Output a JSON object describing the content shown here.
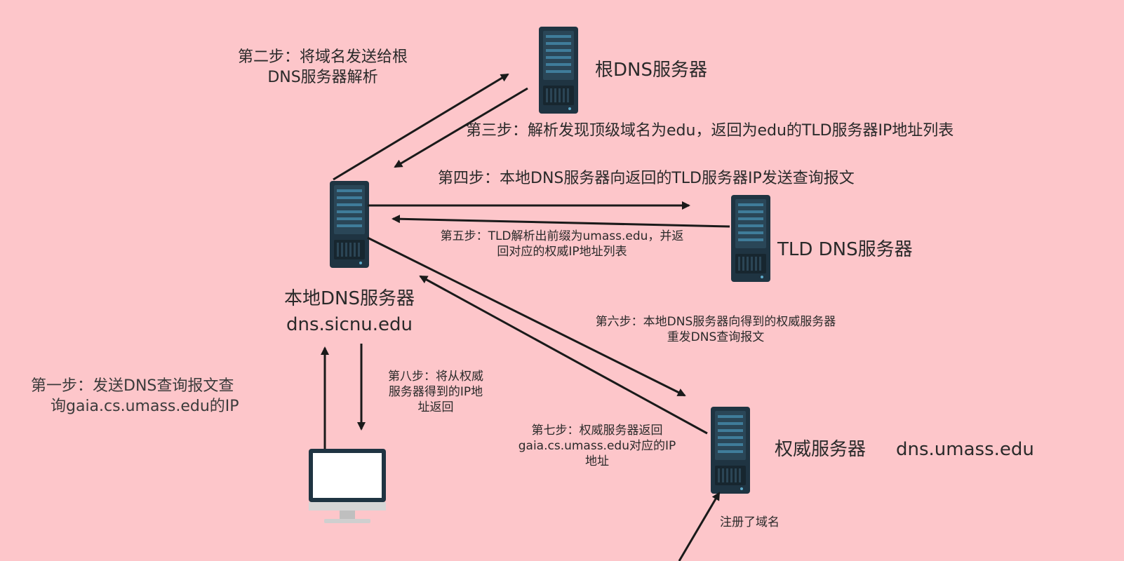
{
  "nodes": {
    "root": {
      "label": "根DNS服务器"
    },
    "tld": {
      "label": "TLD DNS服务器"
    },
    "local": {
      "label": "本地DNS服务器",
      "domain": "dns.sicnu.edu"
    },
    "auth": {
      "label": "权威服务器",
      "domain": "dns.umass.edu"
    }
  },
  "steps": {
    "step1": {
      "line1": "第一步：发送DNS查询报文查",
      "line2": "询gaia.cs.umass.edu的IP"
    },
    "step2": {
      "line1": "第二步：将域名发送给根",
      "line2": "DNS服务器解析"
    },
    "step3": {
      "line1": "第三步：解析发现顶级域名为edu，返回为edu的TLD服务器IP地址列表"
    },
    "step4": {
      "line1": "第四步：本地DNS服务器向返回的TLD服务器IP发送查询报文"
    },
    "step5": {
      "line1": "第五步：TLD解析出前缀为umass.edu，并返",
      "line2": "回对应的权威IP地址列表"
    },
    "step6": {
      "line1": "第六步：本地DNS服务器向得到的权威服务器",
      "line2": "重发DNS查询报文"
    },
    "step7": {
      "line1": "第七步：权威服务器返回",
      "line2": "gaia.cs.umass.edu对应的IP",
      "line3": "地址"
    },
    "step8": {
      "line1": "第八步：将从权威",
      "line2": "服务器得到的IP地",
      "line3": "址返回"
    }
  },
  "registered_note": "注册了域名",
  "colors": {
    "background": "#fdc6ca",
    "server_body": "#1f3442",
    "server_stripe": "#3f7c9a",
    "arrow": "#1a1a1a"
  },
  "icons": {
    "root": "server-icon",
    "tld": "server-icon",
    "local": "server-icon",
    "auth": "server-icon",
    "client": "monitor-icon"
  }
}
